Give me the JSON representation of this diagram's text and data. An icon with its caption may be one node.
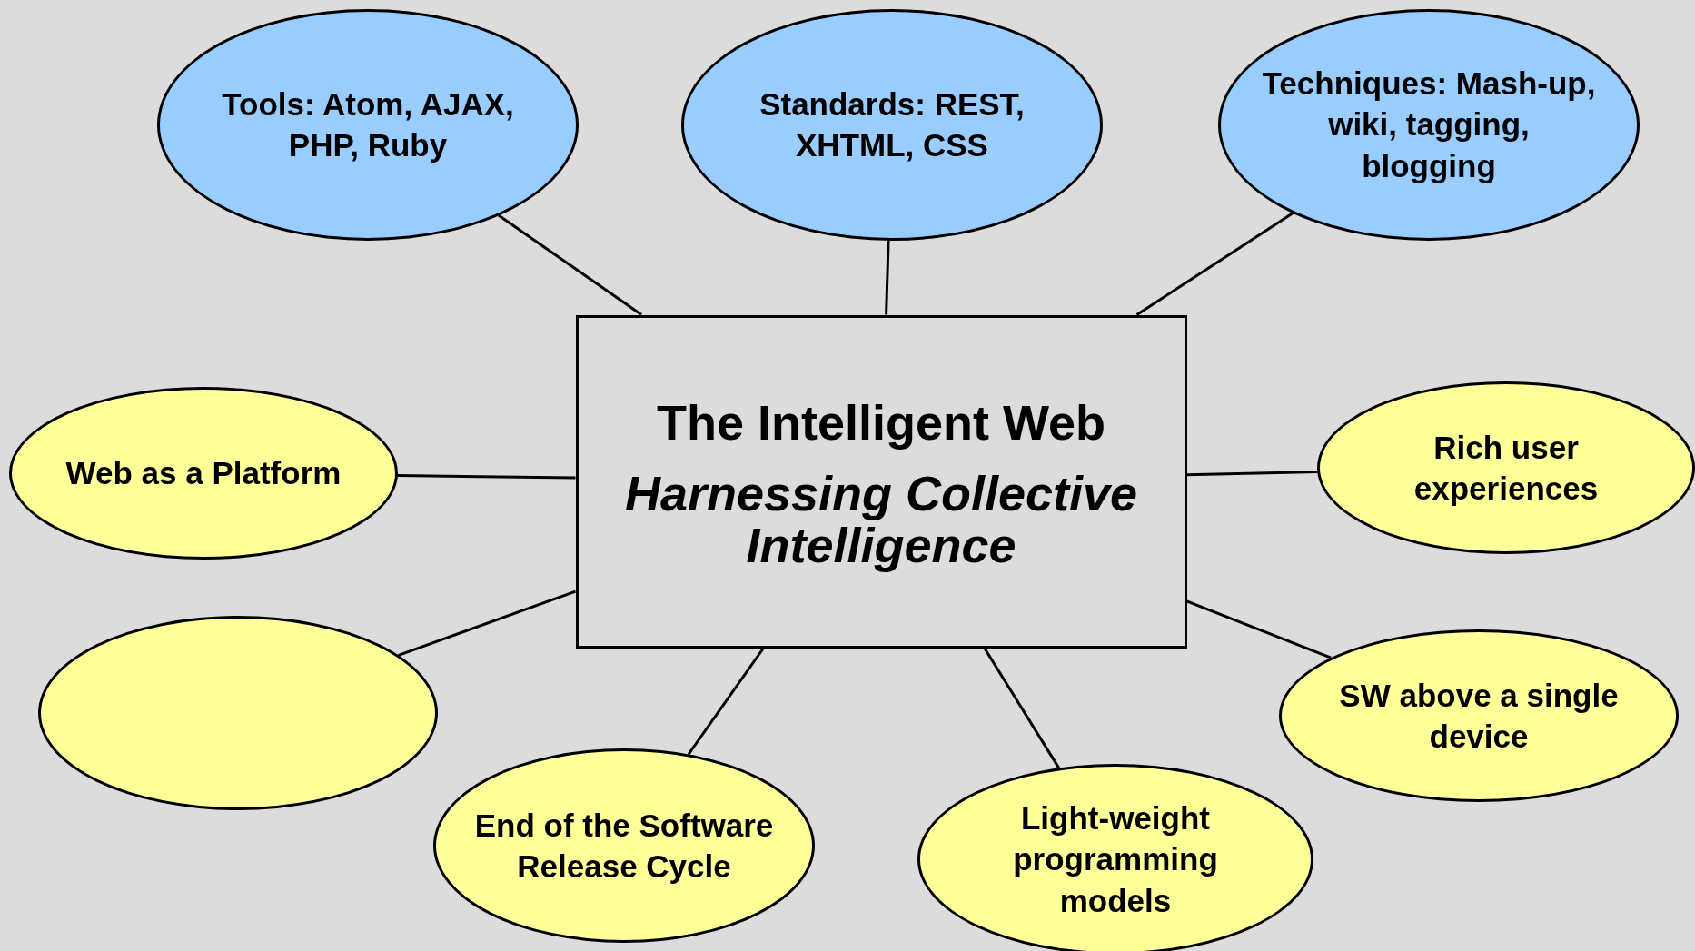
{
  "diagram": {
    "nodes": [
      {
        "text": [
          "The Intelligent Web",
          "Harnessing Collective Intelligence"
        ]
      },
      {
        "text": [
          "Tools: Atom, AJAX, PHP, Ruby"
        ]
      },
      {
        "text": [
          "Standards: REST, XHTML, CSS"
        ]
      },
      {
        "text": [
          "Techniques: Mash-up, wiki, tagging, blogging"
        ]
      },
      {
        "text": [
          "Web as a Platform"
        ]
      },
      {
        "text": [
          "Rich user experiences"
        ]
      },
      {
        "text": [],
        "shape": "ellipse"
      },
      {
        "text": [
          "End of the Software Release Cycle"
        ]
      },
      {
        "text": [
          "Light-weight programming models"
        ]
      },
      {
        "text": [
          "SW above a single device"
        ]
      }
    ],
    "edges": [
      {
        "from": 0,
        "to": 1,
        "arrow": "none"
      },
      {
        "from": 0,
        "to": 2,
        "arrow": "none"
      },
      {
        "from": 0,
        "to": 3,
        "arrow": "none"
      },
      {
        "from": 0,
        "to": 4,
        "arrow": "none"
      },
      {
        "from": 0,
        "to": 5,
        "arrow": "none"
      },
      {
        "from": 0,
        "to": 6,
        "arrow": "none"
      },
      {
        "from": 0,
        "to": 7,
        "arrow": "none"
      },
      {
        "from": 0,
        "to": 8,
        "arrow": "none"
      },
      {
        "from": 0,
        "to": 9,
        "arrow": "none"
      }
    ]
  }
}
